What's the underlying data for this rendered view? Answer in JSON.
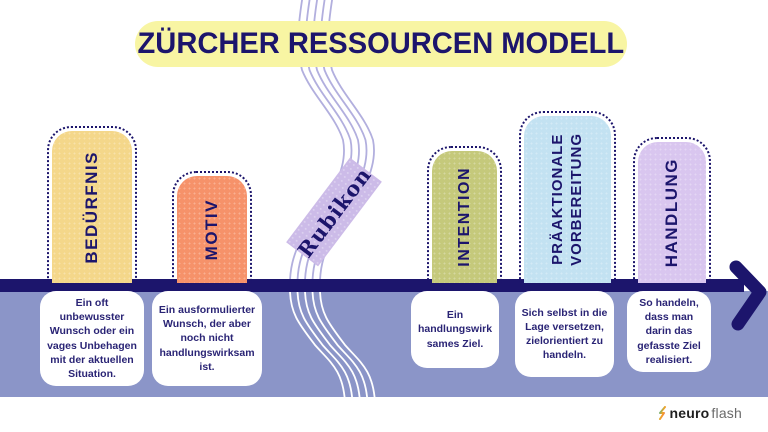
{
  "header": {
    "title": "ZÜRCHER RESSOURCEN MODELL"
  },
  "rubikon": {
    "label": "Rubikon",
    "color": "#ccbbe8"
  },
  "stages": [
    {
      "label": "BEDÜRFNIS",
      "color": "#f4d78a",
      "description": "Ein oft unbewusster Wunsch oder ein vages Unbehagen mit der aktuellen Situation."
    },
    {
      "label": "MOTIV",
      "color": "#f6926a",
      "description": "Ein ausformulierter Wunsch, der aber noch nicht handlungswirksam ist."
    },
    {
      "label": "INTENTION",
      "color": "#c5c97b",
      "description": "Ein handlungswirk​sames Ziel."
    },
    {
      "label": "PRÄAKTIONALE\nVORBEREITUNG",
      "color": "#c3e2f2",
      "description": "Sich selbst in die Lage versetzen, zielorientiert zu handeln."
    },
    {
      "label": "HANDLUNG",
      "color": "#d9c6ef",
      "description": "So handeln, dass man darin das gefasste Ziel realisiert."
    }
  ],
  "footer": {
    "logo_icon": "flash-icon",
    "logo_bold": "neuro",
    "logo_light": "flash"
  },
  "colors": {
    "navy": "#1c156c",
    "band": "#8b95c8",
    "title_bg": "#f8f5a3",
    "wave_upper": "#b2afde",
    "wave_band": "#ffffff",
    "text": "#2a2475"
  }
}
